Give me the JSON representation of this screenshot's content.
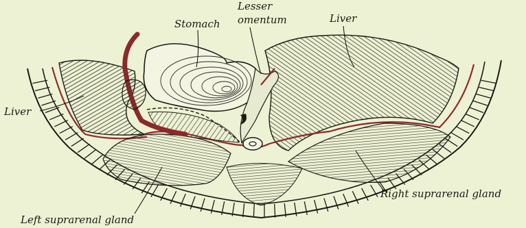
{
  "figure": {
    "labels": {
      "stomach": "Stomach",
      "lesser_omentum_line1": "Lesser",
      "lesser_omentum_line2": "omentum",
      "liver_right": "Liver",
      "liver_left": "Liver",
      "right_suprarenal": "Right suprarenal gland",
      "left_suprarenal": "Left suprarenal gland"
    },
    "colors": {
      "background": "#eef2d4",
      "ink": "#1a1a14",
      "peritoneum": "#8b2a2a",
      "serosa_fill": "#b85a4e"
    }
  }
}
